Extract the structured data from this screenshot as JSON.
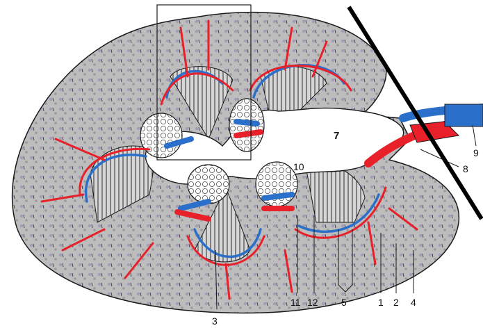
{
  "diagram": {
    "labels": {
      "n1": "1",
      "n2": "2",
      "n3": "3",
      "n4": "4",
      "n5": "5",
      "n7": "7",
      "n8": "8",
      "n9": "9",
      "n10": "10",
      "n11": "11",
      "n12": "12"
    },
    "colors": {
      "cortex": "#b9b9b9",
      "artery": "#e8202a",
      "vein": "#2a6fc9",
      "pelvis": "#ffffff",
      "outline": "#1a1a1a"
    }
  }
}
